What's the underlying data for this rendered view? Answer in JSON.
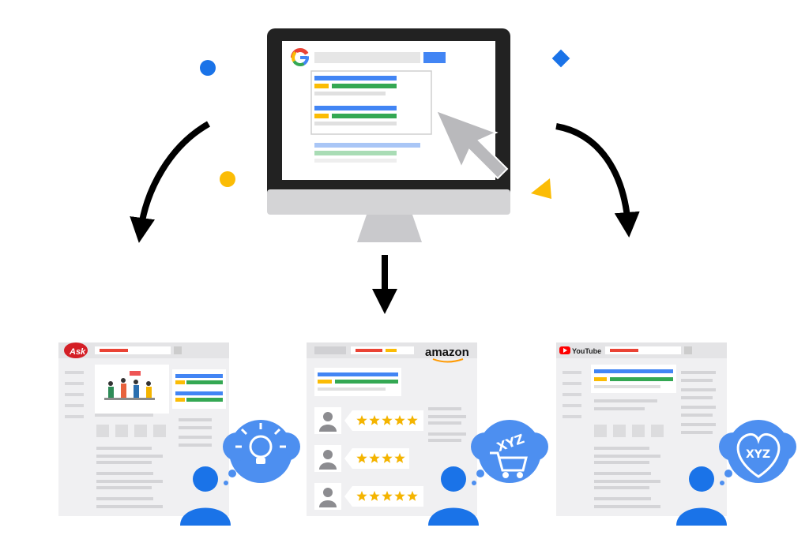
{
  "colors": {
    "google_blue": "#4285F4",
    "google_green": "#34A853",
    "google_yellow": "#FBBC05",
    "google_red": "#EA4335",
    "monitor_frame": "#222222",
    "monitor_stand": "#cfcfcf",
    "page_gray": "#e9e9eb",
    "line_gray": "#cfcfd3",
    "person_blue": "#1a73e8",
    "bubble_blue": "#4d8ff0",
    "star_yellow": "#f4b400",
    "ask_red": "#d41f26",
    "amazon_orange": "#ff9900",
    "youtube_red": "#ff0000"
  },
  "icons": {
    "search_logo": "google-g-icon",
    "cursor": "mouse-pointer-icon",
    "idea": "lightbulb-icon",
    "cart": "shopping-cart-icon",
    "heart": "heart-icon",
    "person": "user-icon",
    "star": "star-icon"
  },
  "brands": {
    "ask": "Ask",
    "amazon": "amazon",
    "youtube": "YouTube"
  },
  "bubbles": {
    "cart_text": "XYZ",
    "heart_text": "XYZ"
  },
  "reviews": {
    "star_counts": [
      5,
      4,
      5
    ]
  }
}
